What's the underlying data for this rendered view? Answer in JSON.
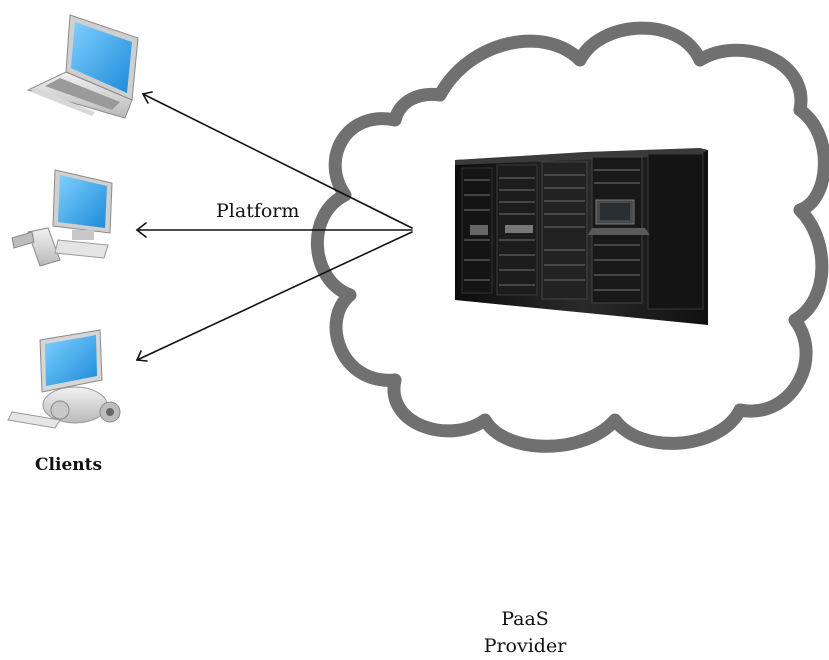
{
  "diagram": {
    "edge_label": "Platform",
    "provider_label_line1": "PaaS",
    "provider_label_line2": "Provider",
    "clients_label": "Clients"
  },
  "nodes": [
    {
      "name": "laptop-client",
      "icon": "laptop-icon"
    },
    {
      "name": "desktop-client",
      "icon": "desktop-computer-icon"
    },
    {
      "name": "imac-client",
      "icon": "all-in-one-computer-icon"
    },
    {
      "name": "server-rack",
      "icon": "server-rack-icon"
    }
  ],
  "colors": {
    "cloud_stroke": "#707070",
    "arrow": "#111111",
    "screen": "#3aa3e6",
    "rack": "#1a1a1a"
  }
}
